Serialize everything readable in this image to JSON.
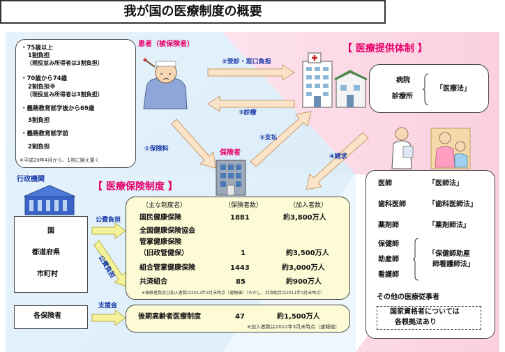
{
  "title": "我が国の医療制度の概要",
  "patient": {
    "label": "患者（被保険者）"
  },
  "provider": {
    "title": "【 医療提供体制 】"
  },
  "insurance": {
    "title": "【 医療保険制度 】"
  },
  "insurer_label": "保険者",
  "admin_label": "行政機関",
  "arrows": {
    "consult": "②受診・窓口負担",
    "treatment": "③診療",
    "premium": "①保険料",
    "payment": "⑤支払",
    "claim": "④請求",
    "public_burden_1": "公費負担",
    "public_burden_2": "公費負担",
    "support": "支援金"
  },
  "burden": [
    "・75歳以上",
    "1割負担",
    "（現役並み所得者は3割負担）",
    "・70歳から74歳",
    "2割負担※",
    "（現役並み所得者は3割負担）",
    "・義務教育就学後から69歳",
    "3割負担",
    "・義務教育就学前",
    "2割負担"
  ],
  "burden_note": "※平成20年4月から、1割に据え置く",
  "facilities": {
    "hospital": "病院",
    "clinic": "診療所",
    "law": "「医療法」"
  },
  "professions": [
    {
      "name": "医師",
      "law": "「医師法」"
    },
    {
      "name": "歯科医師",
      "law": "「歯科医師法」"
    },
    {
      "name": "薬剤師",
      "law": "「薬剤師法」"
    }
  ],
  "nursing": {
    "names": [
      "保健師",
      "助産師",
      "看護師"
    ],
    "law_1": "「保健師助産",
    "law_2": "師看護師法」"
  },
  "other_staff": "その他の医療従事者",
  "national_qual_1": "国家資格者については",
  "national_qual_2": "各根拠法あり",
  "admin_items": [
    "国",
    "都道府県",
    "市町村"
  ],
  "insurers_label": "各保険者",
  "table": {
    "headers": [
      "（主な制度名）",
      "（保険者数）",
      "（加入者数）"
    ],
    "rows": [
      {
        "name": "国民健康保険",
        "count": "1881",
        "members": "約3,800万人"
      },
      {
        "name_1": "全国健康保険協会",
        "name_2": "管掌健康保険",
        "name_3": "（旧政管健保）",
        "count": "1",
        "members": "約3,500万人"
      },
      {
        "name": "組合管掌健康保険",
        "count": "1443",
        "members": "約3,000万人"
      },
      {
        "name": "共済組合",
        "count": "85",
        "members": "約900万人"
      }
    ],
    "note": "※保険者数及び加入者数は2012年3月末時点（速報値）（ただし、共済組合は2011年3月末時点）"
  },
  "elderly": {
    "name": "後期高齢者医療制度",
    "count": "47",
    "members": "約1,500万人",
    "note": "※加入者数は2012年3月末時点（速報値）"
  }
}
